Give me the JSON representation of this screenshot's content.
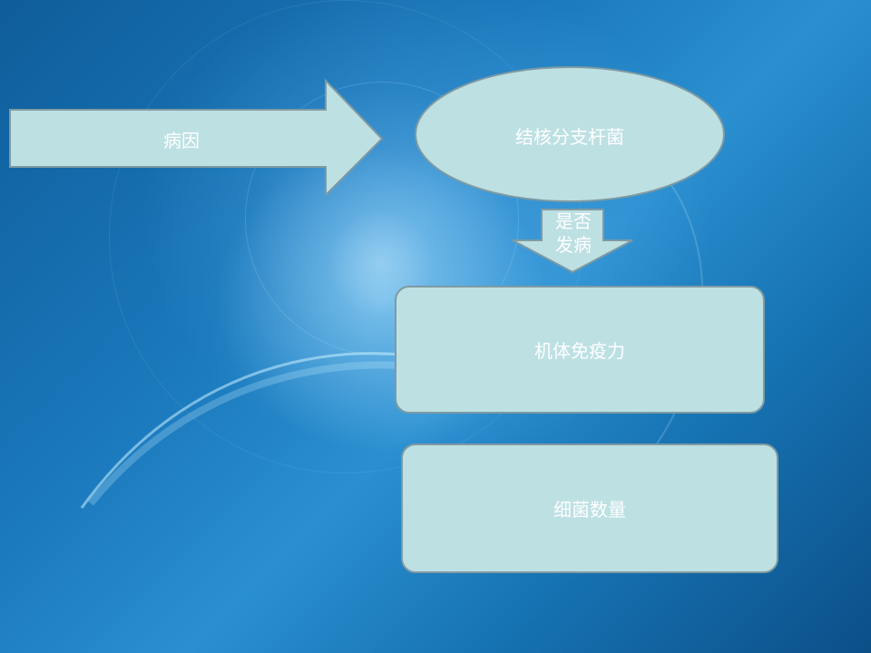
{
  "diagram": {
    "arrow_label": "病因",
    "ellipse_label": "结核分支杆菌",
    "down_arrow_label_line1": "是否",
    "down_arrow_label_line2": "发病",
    "box1_label": "机体免疫力",
    "box2_label": "细菌数量"
  },
  "colors": {
    "shape_fill": "#bde0e3",
    "shape_stroke": "#7f9aa2",
    "text": "#ffffff",
    "background": "#1a78bb"
  }
}
